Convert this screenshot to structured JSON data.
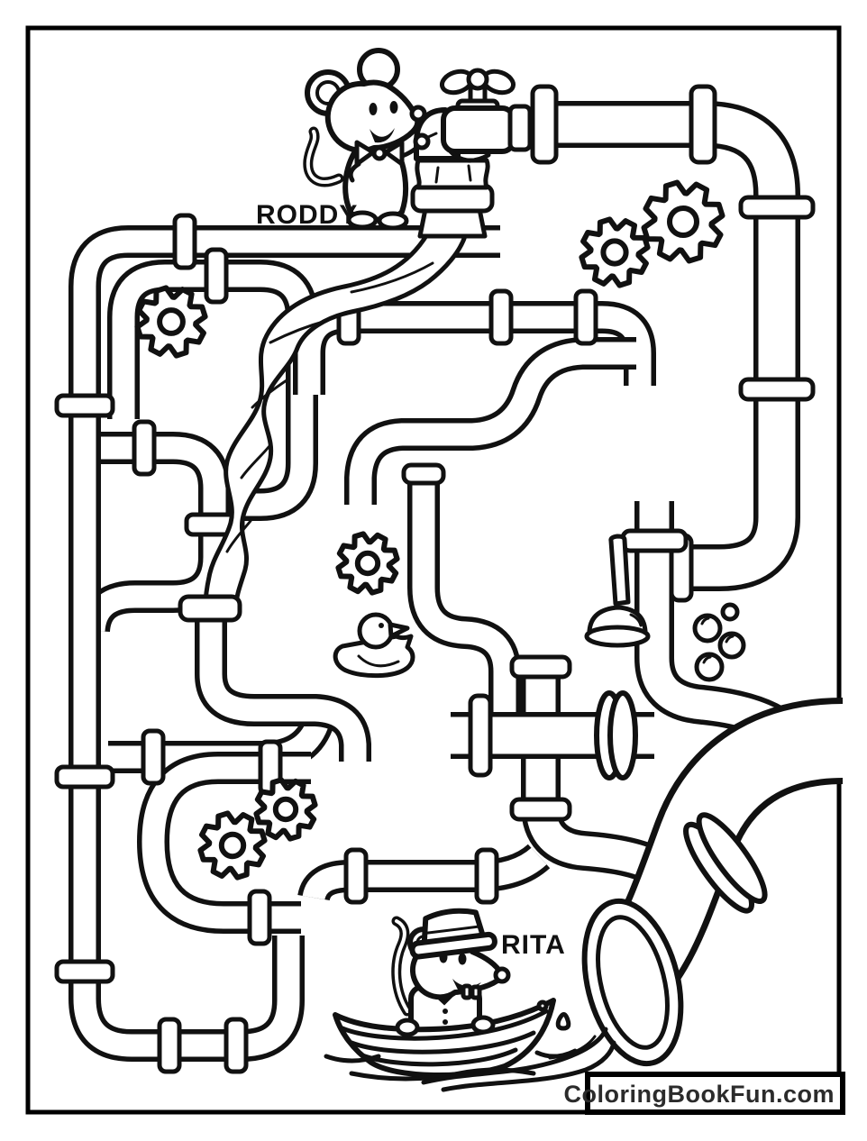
{
  "page": {
    "kind": "coloring-book maze page",
    "background": "#ffffff",
    "line_color": "#111111",
    "border_color": "#000000"
  },
  "labels": {
    "roddy": "RODDY",
    "rita": "RITA"
  },
  "watermark": {
    "text": "ColoringBookFun.com",
    "text_color": "#2b2b2b",
    "box_fill": "#ffffff",
    "box_border": "#000000"
  },
  "scene": {
    "objects": [
      "pipe-maze",
      "faucet",
      "water-stream",
      "gears",
      "rubber-duck",
      "plunger",
      "bubbles",
      "drain-pipe",
      "rowboat",
      "pond-water"
    ],
    "gear_count": 6,
    "bubble_count": 4
  }
}
